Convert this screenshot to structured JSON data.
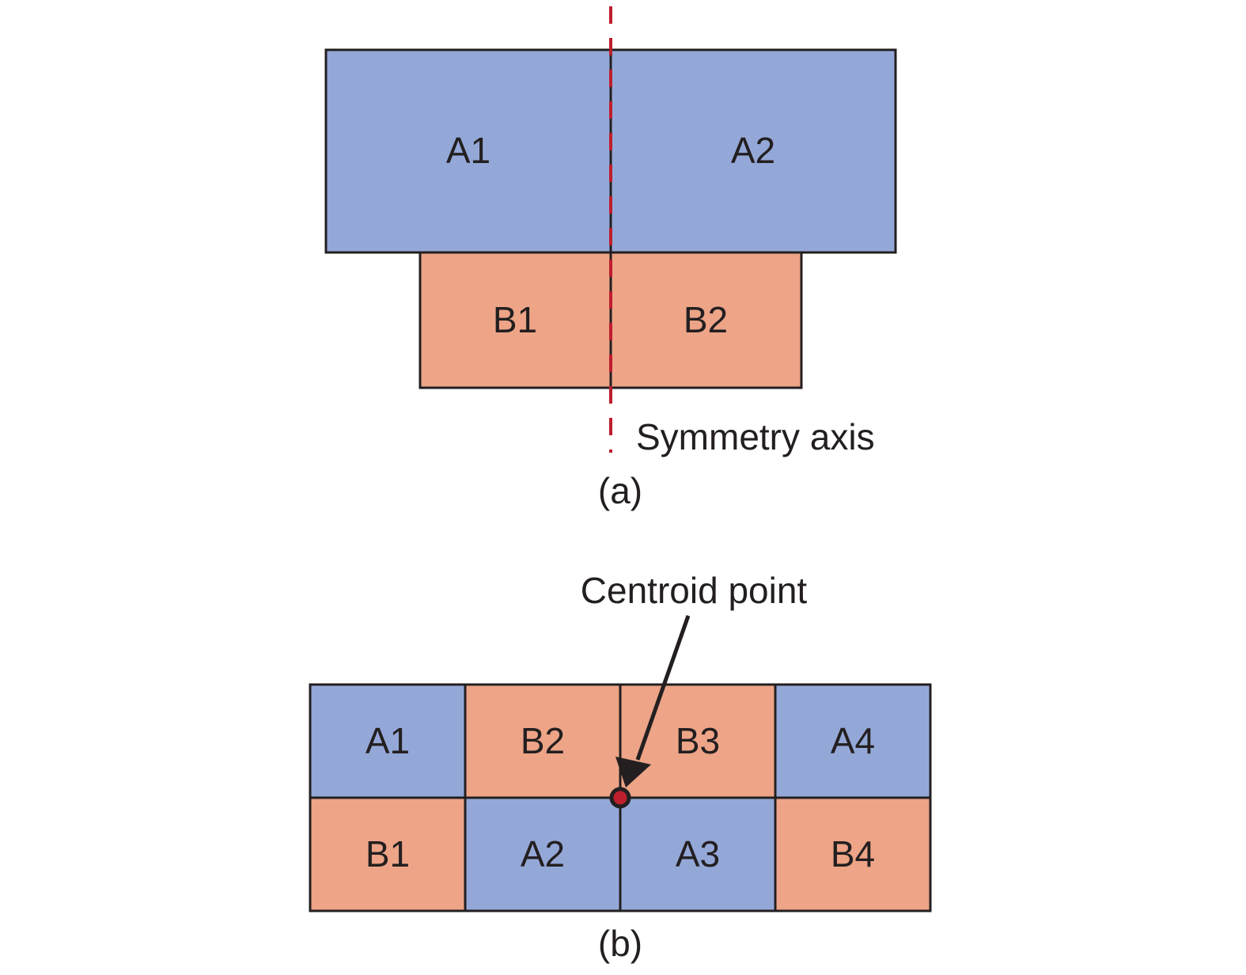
{
  "colors": {
    "region_a": "#94a8d8",
    "region_b": "#eda487",
    "stroke": "#231f20",
    "axis": "#be1e2d",
    "centroid": "#be1e2d"
  },
  "figure_a": {
    "caption": "(a)",
    "axis_label": "Symmetry axis",
    "top_row": [
      "A1",
      "A2"
    ],
    "bottom_row": [
      "B1",
      "B2"
    ]
  },
  "figure_b": {
    "caption": "(b)",
    "centroid_label": "Centroid point",
    "top_row": [
      "A1",
      "B2",
      "B3",
      "A4"
    ],
    "bottom_row": [
      "B1",
      "A2",
      "A3",
      "B4"
    ]
  }
}
